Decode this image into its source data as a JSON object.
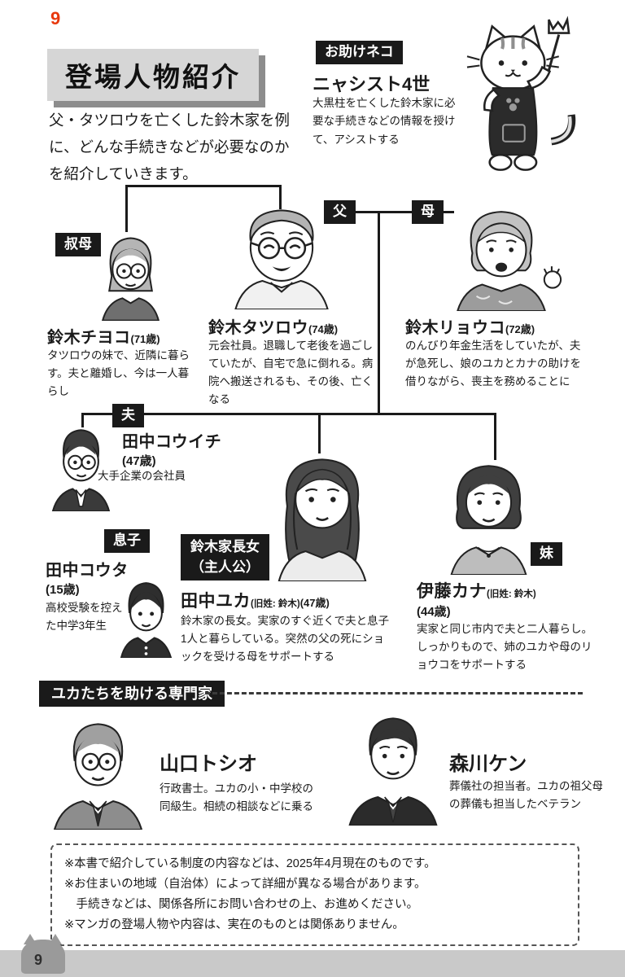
{
  "page": {
    "number": "9"
  },
  "colors": {
    "accent_red": "#e8380d",
    "ink": "#1a1a1a",
    "tag_bg": "#1a1a1a",
    "title_bg": "#d6d6d6",
    "title_shadow": "#8d8d8d",
    "footer_bar": "#c9c9c9"
  },
  "header": {
    "title": "登場人物紹介",
    "intro": "父・タツロウを亡くした鈴木家を例に、どんな手続きなどが必要なのかを紹介していきます。"
  },
  "helper_cat": {
    "tag": "お助けネコ",
    "name": "ニャシスト4世",
    "desc": "大黒柱を亡くした鈴木家に必要な手続きなどの情報を授けて、アシストする"
  },
  "family": {
    "aunt": {
      "tag": "叔母",
      "name": "鈴木チヨコ",
      "age": "(71歳)",
      "desc": "タツロウの妹で、近隣に暮らす。夫と離婚し、今は一人暮らし"
    },
    "father": {
      "tag": "父",
      "name": "鈴木タツロウ",
      "age": "(74歳)",
      "desc": "元会社員。退職して老後を過ごしていたが、自宅で急に倒れる。病院へ搬送されるも、その後、亡くなる"
    },
    "mother": {
      "tag": "母",
      "name": "鈴木リョウコ",
      "age": "(72歳)",
      "desc": "のんびり年金生活をしていたが、夫が急死し、娘のユカとカナの助けを借りながら、喪主を務めることに"
    },
    "husband": {
      "tag": "夫",
      "name": "田中コウイチ",
      "age": "(47歳)",
      "desc": "大手企業の会社員"
    },
    "son": {
      "tag": "息子",
      "name": "田中コウタ",
      "age": "(15歳)",
      "desc": "高校受験を控えた中学3年生"
    },
    "protagonist": {
      "tag_line1": "鈴木家長女",
      "tag_line2": "（主人公）",
      "name": "田中ユカ",
      "maiden": "(旧姓: 鈴木)",
      "age": "(47歳)",
      "desc": "鈴木家の長女。実家のすぐ近くで夫と息子1人と暮らしている。突然の父の死にショックを受ける母をサポートする"
    },
    "sister": {
      "tag": "妹",
      "name": "伊藤カナ",
      "maiden": "(旧姓: 鈴木)",
      "age": "(44歳)",
      "desc": "実家と同じ市内で夫と二人暮らし。しっかりもので、姉のユカや母のリョウコをサポートする"
    }
  },
  "experts": {
    "heading": "ユカたちを助ける専門家",
    "yamaguchi": {
      "name": "山口トシオ",
      "desc": "行政書士。ユカの小・中学校の同級生。相続の相談などに乗る"
    },
    "morikawa": {
      "name": "森川ケン",
      "desc": "葬儀社の担当者。ユカの祖父母の葬儀も担当したベテラン"
    }
  },
  "notes": {
    "line1": "※本書で紹介している制度の内容などは、2025年4月現在のものです。",
    "line2": "※お住まいの地域（自治体）によって詳細が異なる場合があります。",
    "line3": "　手続きなどは、関係各所にお問い合わせの上、お進めください。",
    "line4": "※マンガの登場人物や内容は、実在のものとは関係ありません。"
  }
}
